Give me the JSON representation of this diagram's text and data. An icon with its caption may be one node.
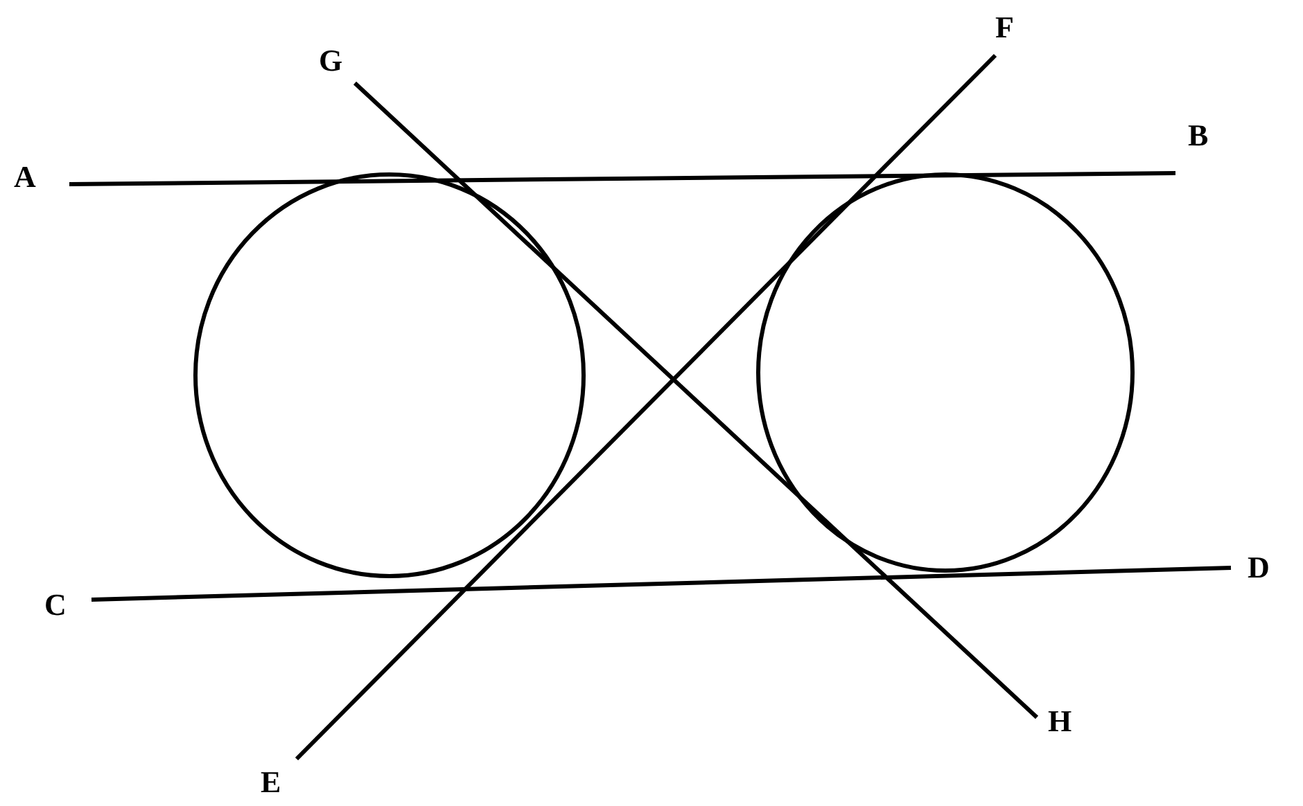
{
  "diagram": {
    "nodes": [
      {
        "text": [
          "G"
        ]
      },
      {
        "text": [
          "F"
        ]
      },
      {
        "text": [
          "A"
        ]
      },
      {
        "text": [
          "B"
        ]
      },
      {
        "text": [
          "C"
        ]
      },
      {
        "text": [
          "D"
        ]
      },
      {
        "text": [
          "H"
        ]
      },
      {
        "text": [
          "E"
        ]
      }
    ],
    "edges": [
      {
        "from": 2,
        "to": 3,
        "arrow": "none"
      },
      {
        "from": 4,
        "to": 5,
        "arrow": "none"
      },
      {
        "from": 7,
        "to": 1,
        "arrow": "none"
      },
      {
        "from": 0,
        "to": 6,
        "arrow": "none"
      }
    ]
  }
}
